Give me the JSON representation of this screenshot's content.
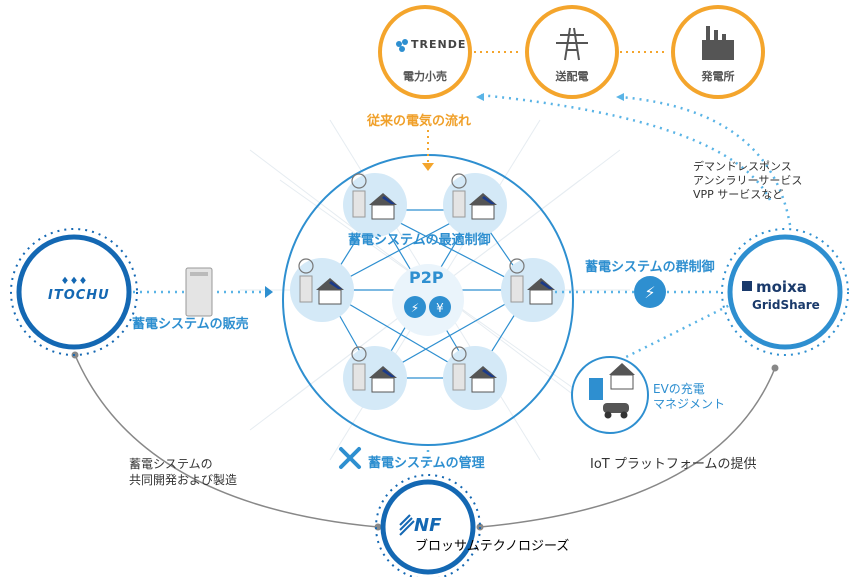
{
  "colors": {
    "blue": "#2e8fd0",
    "dark_blue": "#1468b3",
    "orange": "#f4a52c",
    "light_blue": "#d4e9f7",
    "gray": "#777777"
  },
  "top_nodes": [
    {
      "logo": "TRENDE",
      "label": "電力小売",
      "icon": "trende-logo-icon"
    },
    {
      "label": "送配電",
      "icon": "transmission-tower-icon"
    },
    {
      "label": "発電所",
      "icon": "power-plant-icon"
    }
  ],
  "traditional_flow": "従来の電気の流れ",
  "optimal_control": "蓄電システムの最適制御",
  "p2p": "P2P",
  "group_control": "蓄電システムの群制御",
  "sales": "蓄電システムの販売",
  "management": "蓄電システムの管理",
  "demand_response": [
    "デマンドレスポンス",
    "アンシラリーサービス",
    "VPP サービスなど"
  ],
  "ev": [
    "EVの充電",
    "マネジメント"
  ],
  "iot": "IoT プラットフォームの提供",
  "codev": [
    "蓄電システムの",
    "共同開発および製造"
  ],
  "itochu": "ITOCHU",
  "moixa": {
    "brand": "moixa",
    "product": "GridShare"
  },
  "nf": "NF",
  "blossom": "ブロッサムテクノロジーズ"
}
